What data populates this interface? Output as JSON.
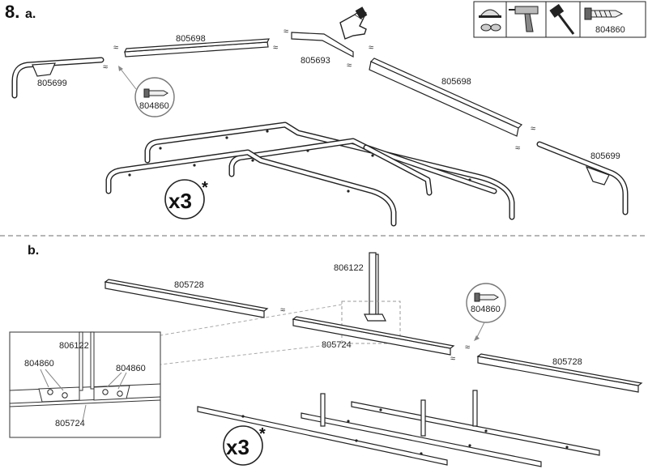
{
  "step": {
    "number": "8.",
    "part_a": "a.",
    "part_b": "b."
  },
  "tools": {
    "icons": [
      "safety-helmet-goggles-icon",
      "drill-icon",
      "mallet-icon",
      "screw-icon"
    ],
    "screw_code": "804860"
  },
  "section_a": {
    "labels": {
      "left_curved_corner": "805699",
      "top_rail": "805698",
      "top_connector": "805693",
      "right_rail": "805698",
      "right_curved_corner": "805699",
      "screw": "804860"
    },
    "multiplier": "x3",
    "asterisk": "*"
  },
  "section_b": {
    "labels": {
      "left_bar": "805728",
      "post": "806122",
      "middle_bar": "805724",
      "screw": "804860",
      "right_bar": "805728"
    },
    "detail": {
      "post": "806122",
      "screw_left": "804860",
      "screw_right": "804860",
      "bar": "805724"
    },
    "multiplier": "x3",
    "asterisk": "*"
  },
  "colors": {
    "line": "#222222",
    "dashed_divider": "#8a8a8a",
    "detail_border": "#555555",
    "callout_circle": "#777777"
  }
}
